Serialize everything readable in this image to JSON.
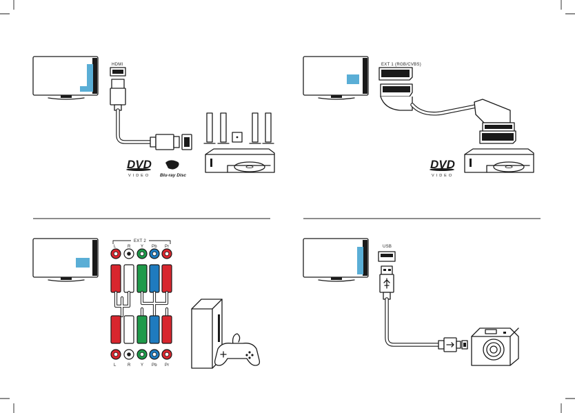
{
  "panels": {
    "hdmi": {
      "port_label": "HDMI",
      "logos": {
        "dvd_text": "DVD",
        "dvd_sub": "VIDEO",
        "bluray_text": "Blu-ray Disc"
      }
    },
    "scart": {
      "port_label": "EXT 1 (RGB/CVBS)",
      "logos": {
        "dvd_text": "DVD",
        "dvd_sub": "VIDEO"
      }
    },
    "component": {
      "port_label": "EXT 2",
      "jack_labels_top": [
        "L",
        "R",
        "Y",
        "Pb",
        "Pr"
      ],
      "jack_labels_bottom": [
        "L",
        "R",
        "Y",
        "Pb",
        "Pr"
      ]
    },
    "usb": {
      "port_label": "USB"
    }
  },
  "colors": {
    "screen_accent": "#5aaed6",
    "red": "#d8262e",
    "green": "#1f9a4a",
    "blue": "#1f7bbf",
    "white_plug": "#ffffff",
    "line": "#1a1a1a"
  },
  "icons": [
    "tv-icon",
    "hdmi-connector-icon",
    "scart-connector-icon",
    "rca-connector-icon",
    "usb-connector-icon",
    "home-theater-icon",
    "dvd-player-icon",
    "game-console-icon",
    "gamepad-icon",
    "camera-icon"
  ]
}
